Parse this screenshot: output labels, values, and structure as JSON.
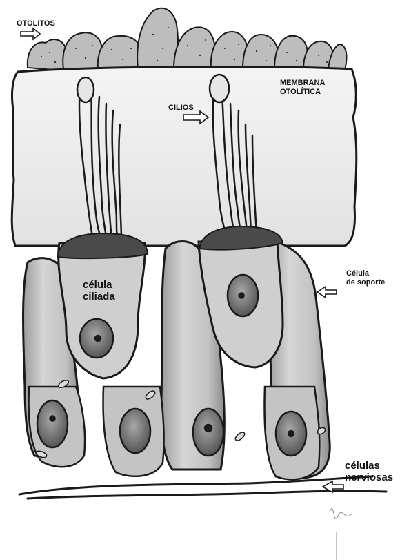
{
  "labels": {
    "otolitos": "OTOLITOS",
    "membrana_line1": "MEMBRANA",
    "membrana_line2": "OTOLÍTICA",
    "cilios": "CILIOS",
    "celula_ciliada_line1": "célula",
    "celula_ciliada_line2": "ciliada",
    "celula_soporte_line1": "Célula",
    "celula_soporte_line2": "de soporte",
    "celulas_nerviosas_line1": "células",
    "celulas_nerviosas_line2": "nerviosas"
  },
  "colors": {
    "ink": "#1a1a1a",
    "membrane": "#ececec",
    "otolith": "#b9b9b9",
    "cell_fill": "#bdbdbd",
    "cell_light": "#dcdcdc",
    "nucleus": "#6e6e6e",
    "cap": "#4a4a4a"
  }
}
